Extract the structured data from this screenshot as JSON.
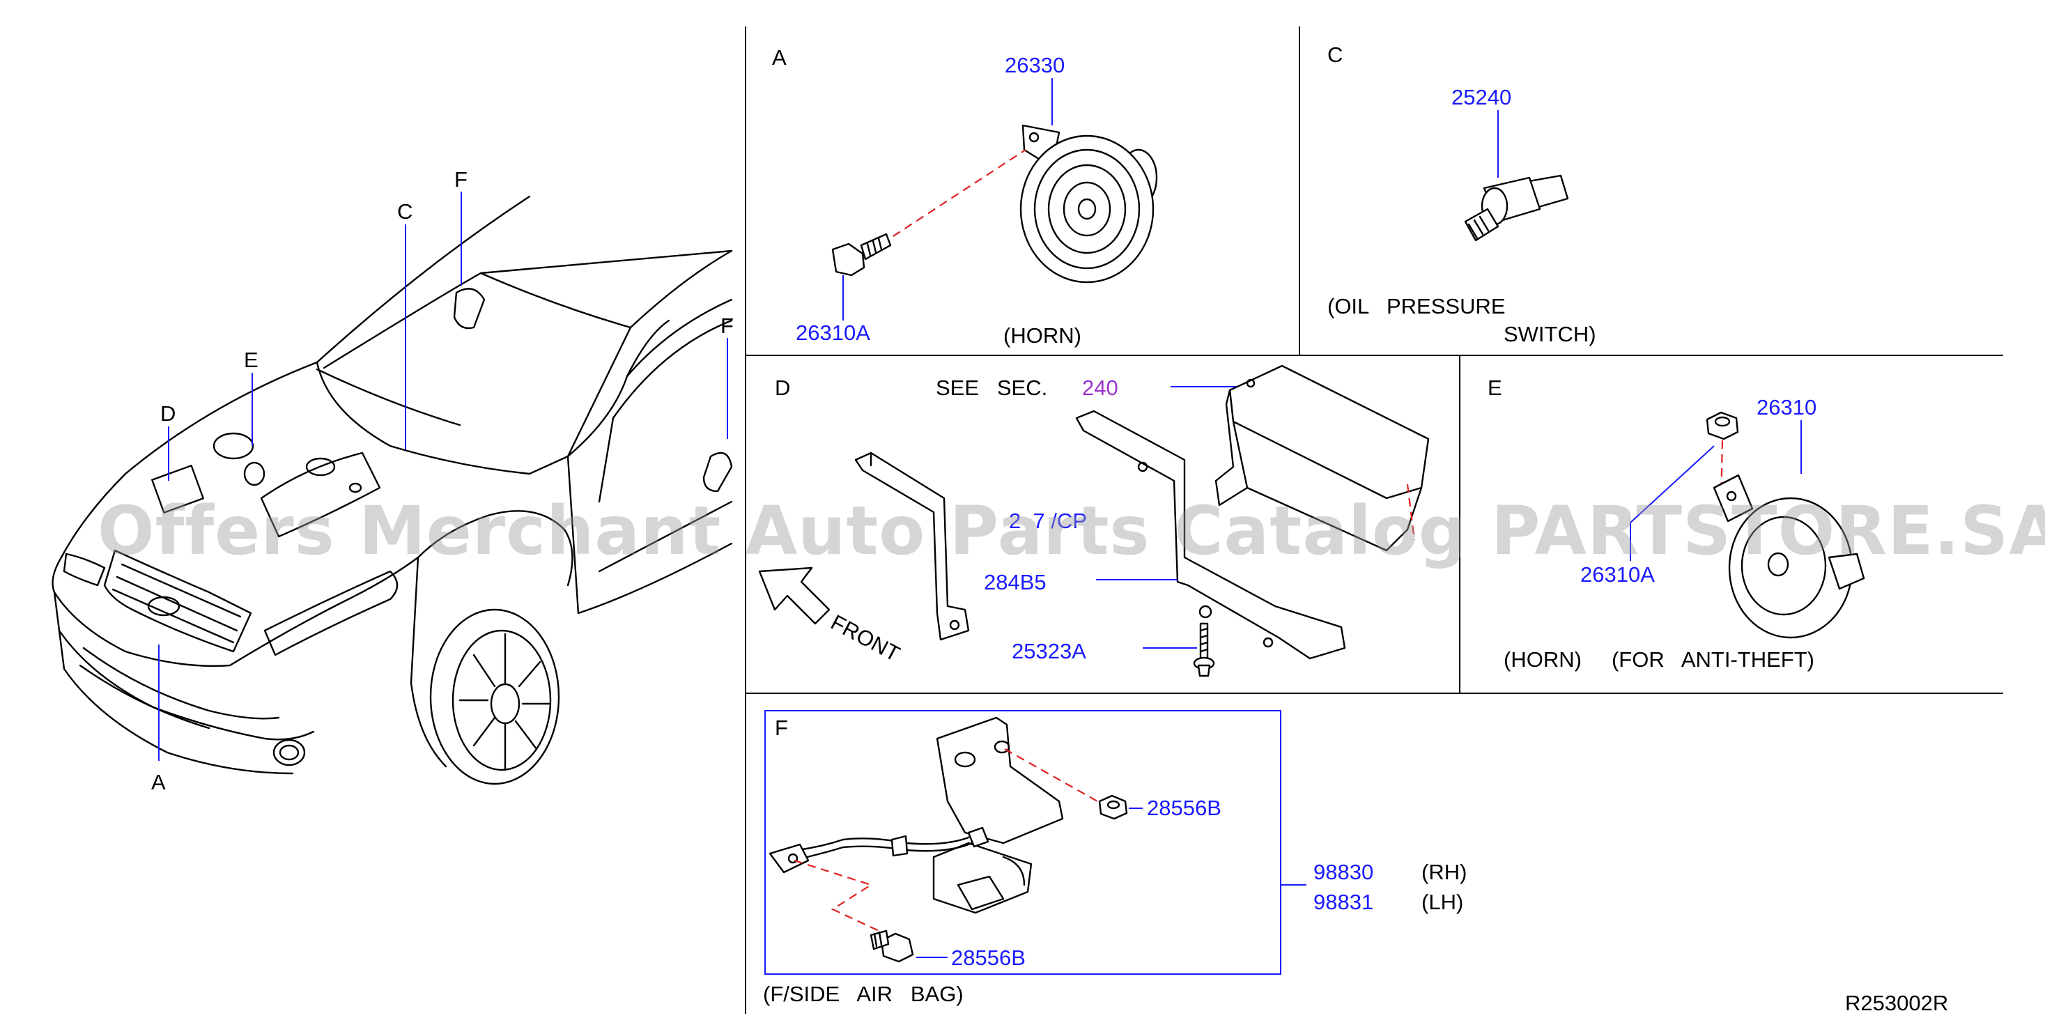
{
  "callouts": {
    "A": "A",
    "C": "C",
    "D": "D",
    "E": "E",
    "F": "F"
  },
  "panels": {
    "a": {
      "letter": "A",
      "parts": [
        "26330",
        "26310A"
      ],
      "caption": "(HORN)"
    },
    "c": {
      "letter": "C",
      "parts": [
        "25240"
      ],
      "caption_line1": "(OIL   PRESSURE",
      "caption_line2": "SWITCH)"
    },
    "d": {
      "letter": "D",
      "see_sec_label": "SEE   SEC.",
      "see_sec_number": "240",
      "parts": [
        "284B5",
        "25323A"
      ],
      "partial_label": "2  7 /CP",
      "front_label": "FRONT"
    },
    "e": {
      "letter": "E",
      "parts": [
        "26310",
        "26310A"
      ],
      "caption": "(HORN)     (FOR   ANTI-THEFT)"
    },
    "f": {
      "letter": "F",
      "parts": [
        "28556B",
        "28556B"
      ],
      "variants": [
        {
          "part": "98830",
          "side": "(RH)"
        },
        {
          "part": "98831",
          "side": "(LH)"
        }
      ],
      "caption": "(F/SIDE   AIR   BAG)"
    }
  },
  "figure_code": "R253002R",
  "watermark": "Offers Merchant Auto Parts Catalog PARTSTORE.SA"
}
